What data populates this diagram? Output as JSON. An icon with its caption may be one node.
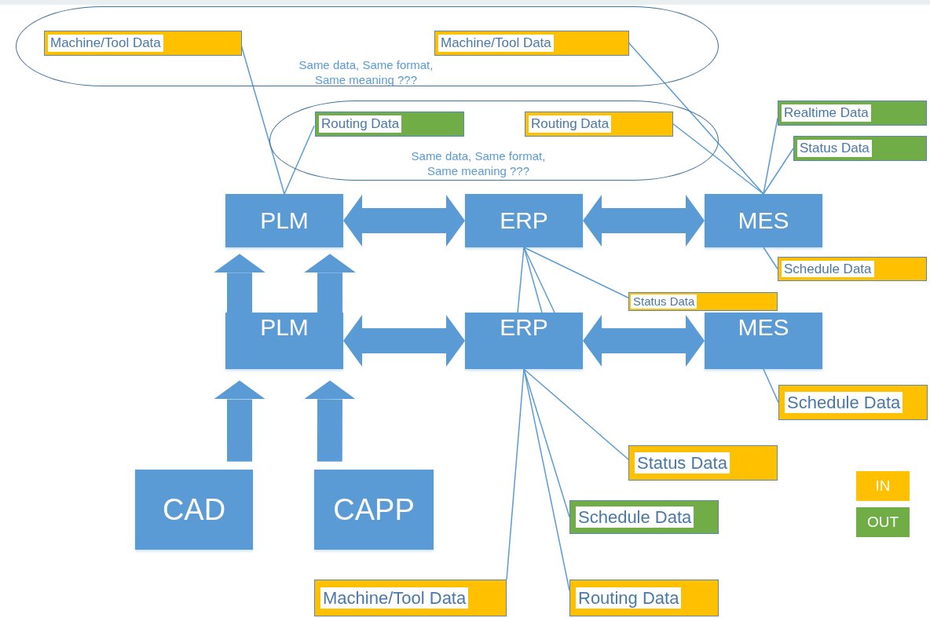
{
  "diagram": {
    "nodes": [
      {
        "text": [
          "Same data, Same format, Same meaning ???"
        ]
      },
      {
        "text": [
          "Machine/Tool Data"
        ],
        "in": 0
      },
      {
        "text": [
          "Machine/Tool Data"
        ],
        "in": 0
      },
      {
        "text": [
          "Same data, Same format, Same meaning ???"
        ]
      },
      {
        "text": [
          "Routing Data"
        ],
        "in": 3
      },
      {
        "text": [
          "Routing Data"
        ],
        "in": 3
      },
      {
        "text": [
          "Realtime Data"
        ]
      },
      {
        "text": [
          "Status Data"
        ]
      },
      {
        "text": [
          "PLM"
        ]
      },
      {
        "text": [
          "ERP"
        ]
      },
      {
        "text": [
          "MES"
        ]
      },
      {
        "text": [
          "Schedule Data"
        ]
      },
      {
        "text": [
          "Status Data"
        ]
      },
      {
        "text": [
          "PLM"
        ]
      },
      {
        "text": [
          "ERP"
        ]
      },
      {
        "text": [
          "MES"
        ]
      },
      {
        "text": [
          "Schedule Data"
        ]
      },
      {
        "text": [
          "Status Data"
        ]
      },
      {
        "text": [
          "CAD"
        ]
      },
      {
        "text": [
          "CAPP"
        ]
      },
      {
        "text": [
          "Schedule Data"
        ]
      },
      {
        "text": [
          "Machine/Tool Data"
        ]
      },
      {
        "text": [
          "Routing Data"
        ]
      }
    ],
    "edges": [
      {
        "from": 1,
        "to": 8,
        "arrow": "none"
      },
      {
        "from": 4,
        "to": 8,
        "arrow": "none"
      },
      {
        "from": 2,
        "to": 10,
        "arrow": "none"
      },
      {
        "from": 5,
        "to": 10,
        "arrow": "none"
      },
      {
        "from": 6,
        "to": 10,
        "arrow": "none"
      },
      {
        "from": 7,
        "to": 10,
        "arrow": "none"
      },
      {
        "from": 10,
        "to": 11,
        "arrow": "none"
      },
      {
        "from": 8,
        "to": 9,
        "arrow": "both",
        "style": "thick"
      },
      {
        "from": 9,
        "to": 10,
        "arrow": "both",
        "style": "thick"
      },
      {
        "from": 13,
        "to": 8,
        "arrow": "to",
        "style": "thick"
      },
      {
        "from": 13,
        "to": 8,
        "arrow": "to",
        "style": "thick"
      },
      {
        "from": 9,
        "to": 12,
        "arrow": "none"
      },
      {
        "from": 9,
        "to": 14,
        "arrow": "none"
      },
      {
        "from": 9,
        "to": 14,
        "arrow": "none"
      },
      {
        "from": 9,
        "to": 14,
        "arrow": "none"
      },
      {
        "from": 13,
        "to": 14,
        "arrow": "both",
        "style": "thick"
      },
      {
        "from": 14,
        "to": 15,
        "arrow": "both",
        "style": "thick"
      },
      {
        "from": 18,
        "to": 13,
        "arrow": "to",
        "style": "thick"
      },
      {
        "from": 19,
        "to": 13,
        "arrow": "to",
        "style": "thick"
      },
      {
        "from": 15,
        "to": 16,
        "arrow": "none"
      },
      {
        "from": 14,
        "to": 17,
        "arrow": "none"
      },
      {
        "from": 14,
        "to": 20,
        "arrow": "none"
      },
      {
        "from": 14,
        "to": 21,
        "arrow": "none"
      },
      {
        "from": 14,
        "to": 22,
        "arrow": "none"
      }
    ],
    "legend": [
      {
        "text": "IN",
        "color": "#ffc000"
      },
      {
        "text": "OUT",
        "color": "#70ad47"
      }
    ]
  }
}
